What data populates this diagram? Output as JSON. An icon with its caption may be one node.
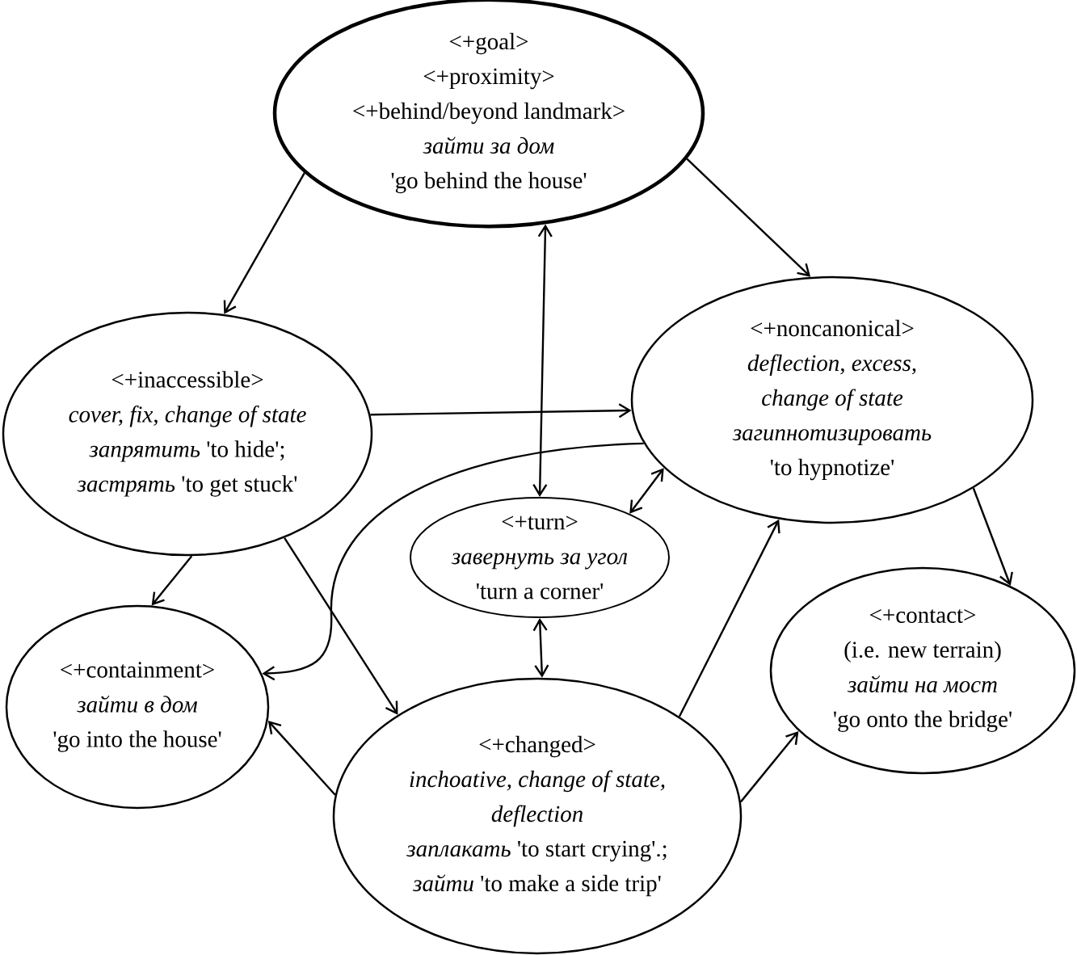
{
  "diagram": {
    "nodes": [
      {
        "text": [
          "<+goal>",
          "<+proximity>",
          "<+behind/beyond landmark>",
          "зайти за дом",
          "'go behind the house'"
        ]
      },
      {
        "text": [
          "<+inaccessible>",
          "cover, fix, change of state",
          "*запрятить* 'to hide';",
          "*застрять* 'to get stuck'"
        ]
      },
      {
        "text": [
          "<+noncanonical>",
          "deflection, excess,",
          "change of state",
          "загипнотизировать",
          "'to hypnotize'"
        ]
      },
      {
        "text": [
          "<+turn>",
          "завернуть за угол",
          "'turn a corner'"
        ]
      },
      {
        "text": [
          "<+containment>",
          "зайти в дом",
          "'go into the house'"
        ]
      },
      {
        "text": [
          "<+contact>",
          "(i.e. new terrain)",
          "зайти на мост",
          "'go onto the bridge'"
        ]
      },
      {
        "text": [
          "<+changed>",
          "inchoative, change of state,",
          "deflection",
          "*заплакать* 'to start crying'.;",
          "*зайти* 'to make a side trip'"
        ]
      }
    ],
    "edges": [
      {
        "from": 0,
        "to": 1,
        "arrow": "to"
      },
      {
        "from": 0,
        "to": 2,
        "arrow": "to"
      },
      {
        "from": 0,
        "to": 3,
        "arrow": "both"
      },
      {
        "from": 1,
        "to": 2,
        "arrow": "to"
      },
      {
        "from": 2,
        "to": 3,
        "arrow": "both"
      },
      {
        "from": 2,
        "to": 4,
        "arrow": "to"
      },
      {
        "from": 1,
        "to": 4,
        "arrow": "to"
      },
      {
        "from": 1,
        "to": 6,
        "arrow": "to"
      },
      {
        "from": 3,
        "to": 6,
        "arrow": "both"
      },
      {
        "from": 6,
        "to": 2,
        "arrow": "to"
      },
      {
        "from": 2,
        "to": 5,
        "arrow": "to"
      },
      {
        "from": 6,
        "to": 4,
        "arrow": "to"
      },
      {
        "from": 6,
        "to": 5,
        "arrow": "to"
      }
    ]
  }
}
